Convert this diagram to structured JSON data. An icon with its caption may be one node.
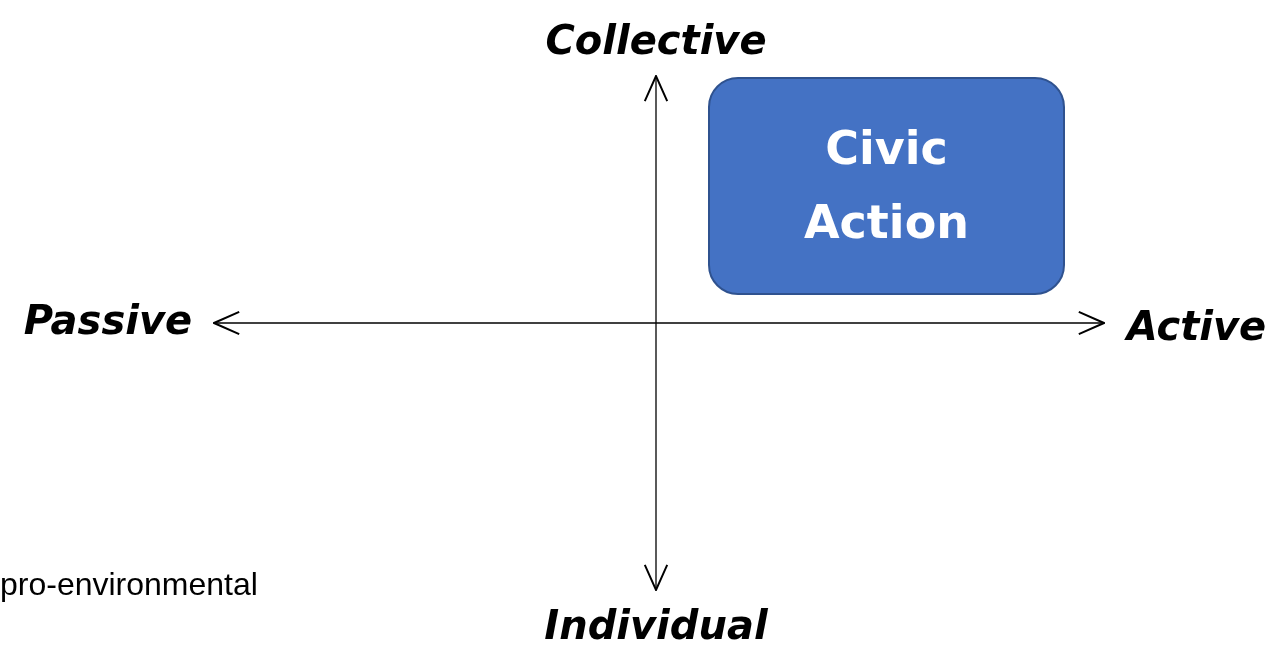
{
  "diagram": {
    "nodes": [
      {
        "text": [
          "Collective"
        ]
      },
      {
        "text": [
          "Passive"
        ]
      },
      {
        "text": [
          "Active"
        ]
      },
      {
        "text": [
          "Individual"
        ]
      },
      {
        "text": [
          "Civic Action"
        ]
      }
    ],
    "edges": [
      {
        "from": 0,
        "to": 3,
        "arrow": "both"
      },
      {
        "from": 1,
        "to": 2,
        "arrow": "both"
      }
    ],
    "labels": [
      "pro-environmental"
    ]
  }
}
